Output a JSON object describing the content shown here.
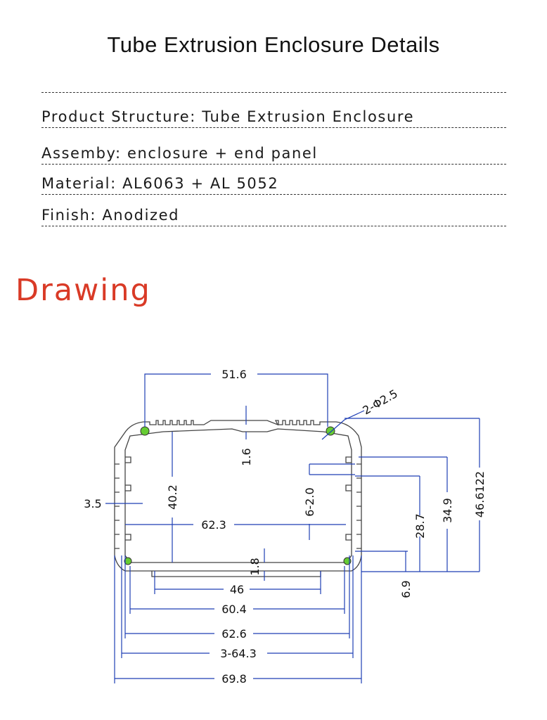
{
  "header": {
    "title": "Tube Extrusion Enclosure Details"
  },
  "specs": [
    {
      "text": "Product Structure: Tube Extrusion Enclosure"
    },
    {
      "text": "Assemby: enclosure + end panel"
    },
    {
      "text": "Material: AL6063 + AL 5052"
    },
    {
      "text": "Finish: Anodized"
    }
  ],
  "section": {
    "heading": "Drawing",
    "heading_color": "#d93a26"
  },
  "drawing": {
    "line_color": "#1f3fb5",
    "hole_color": "#66cc33",
    "dimensions": {
      "top_hole_spacing": "51.6",
      "hole_callout": "2-Φ2.5",
      "top_wall": "1.6",
      "inner_height": "40.2",
      "left_wall": "3.5",
      "inner_width": "62.3",
      "slot_label": "6-2.0",
      "height_28_7": "28.7",
      "height_34_9": "34.9",
      "total_height": "46.6122",
      "bottom_wall": "1.8",
      "bottom_height": "6.9",
      "bottom_opening": "46",
      "width_60_4": "60.4",
      "width_62_6": "62.6",
      "width_64_3": "3-64.3",
      "total_width": "69.8"
    }
  }
}
